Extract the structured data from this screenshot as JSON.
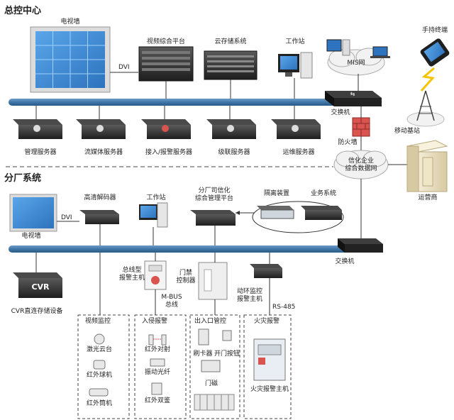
{
  "sections": {
    "hq": "总控中心",
    "branch": "分厂系统"
  },
  "hq": {
    "video_wall": "电视墙",
    "dvi": "DVI",
    "video_platform": "视频综合平台",
    "cloud_storage": "云存储系统",
    "workstation": "工作站",
    "mis_net": "MIS网",
    "switch": "交换机",
    "firewall": "防火墙",
    "informatized_net_line1": "信化企业",
    "informatized_net_line2": "综合数据网",
    "servers": [
      "管理服务器",
      "流媒体服务器",
      "接入/报警服务器",
      "级联服务器",
      "运维服务器"
    ]
  },
  "mobile": {
    "handheld": "手持终端",
    "base_station": "移动基站",
    "operator": "运营商"
  },
  "branch": {
    "video_wall": "电视墙",
    "dvi": "DVI",
    "hd_decoder": "高清解码器",
    "workstation": "工作站",
    "platform_line1": "分厂司信化",
    "platform_line2": "综合管理平台",
    "isolation": "隔离装置",
    "business_system": "业务系统",
    "switch": "交换机",
    "cvr_label": "CVR",
    "cvr_storage": "CVR直连存储设备",
    "bus_alarm_line1": "总线型",
    "bus_alarm_line2": "报警主机",
    "mbus": "M-BUS",
    "bus": "总线",
    "door_line1": "门禁",
    "door_line2": "控制器",
    "env_line1": "动环监控",
    "env_line2": "报警主机",
    "rs485": "RS-485"
  },
  "groups": {
    "video": {
      "title": "视频监控",
      "items": [
        "激光云台",
        "红外球机",
        "红外筒机"
      ]
    },
    "intrusion": {
      "title": "入侵报警",
      "items": [
        "红外对射",
        "振动光纤",
        "红外双鉴"
      ]
    },
    "access": {
      "title": "出入口管控",
      "items": [
        "刷卡器",
        "开门按钮",
        "门磁"
      ]
    },
    "fire": {
      "title": "火灾报警",
      "items": [
        "火灾报警主机"
      ]
    }
  },
  "colors": {
    "backbone": "#3f76a8",
    "screen": "#3a86d0",
    "device_dark": "#2d2d2d",
    "device_mid": "#555555",
    "firewall": "#d9534f",
    "cloud_fill": "#f2f2f2",
    "cabinet": "#e9dfc3",
    "dash": "#444444"
  },
  "icons": [
    "monitor-icon",
    "server-rack-icon",
    "desktop-computer-icon",
    "laptop-icon",
    "switch-icon",
    "firewall-icon",
    "cloud-icon",
    "phone-icon",
    "antenna-tower-icon",
    "cabinet-icon",
    "camera-icon",
    "sensor-icon",
    "card-reader-icon",
    "gate-icon"
  ]
}
